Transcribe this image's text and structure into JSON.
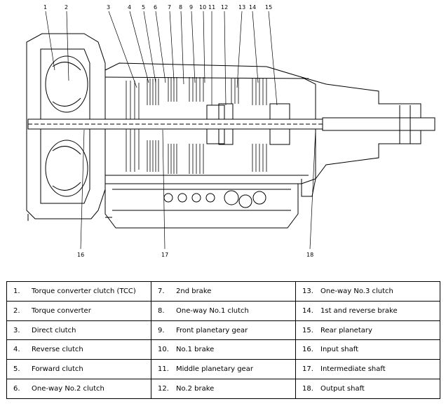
{
  "diagram": {
    "callouts": [
      {
        "number": "1"
      },
      {
        "number": "2"
      },
      {
        "number": "3"
      },
      {
        "number": "4"
      },
      {
        "number": "5"
      },
      {
        "number": "6"
      },
      {
        "number": "7"
      },
      {
        "number": "8"
      },
      {
        "number": "9"
      },
      {
        "number": "10"
      },
      {
        "number": "11"
      },
      {
        "number": "12"
      },
      {
        "number": "13"
      },
      {
        "number": "14"
      },
      {
        "number": "15"
      },
      {
        "number": "16"
      },
      {
        "number": "17"
      },
      {
        "number": "18"
      }
    ]
  },
  "legend": {
    "columns": [
      [
        {
          "number": "1.",
          "label": "Torque converter clutch (TCC)"
        },
        {
          "number": "2.",
          "label": "Torque converter"
        },
        {
          "number": "3.",
          "label": "Direct clutch"
        },
        {
          "number": "4.",
          "label": "Reverse clutch"
        },
        {
          "number": "5.",
          "label": "Forward clutch"
        },
        {
          "number": "6.",
          "label": "One-way No.2 clutch"
        }
      ],
      [
        {
          "number": "7.",
          "label": "2nd brake"
        },
        {
          "number": "8.",
          "label": "One-way No.1 clutch"
        },
        {
          "number": "9.",
          "label": "Front planetary gear"
        },
        {
          "number": "10.",
          "label": "No.1 brake"
        },
        {
          "number": "11.",
          "label": "Middle planetary gear"
        },
        {
          "number": "12.",
          "label": "No.2 brake"
        }
      ],
      [
        {
          "number": "13.",
          "label": "One-way No.3 clutch"
        },
        {
          "number": "14.",
          "label": "1st and reverse brake"
        },
        {
          "number": "15.",
          "label": "Rear planetary"
        },
        {
          "number": "16.",
          "label": "Input shaft"
        },
        {
          "number": "17.",
          "label": "Intermediate shaft"
        },
        {
          "number": "18.",
          "label": "Output shaft"
        }
      ]
    ]
  }
}
